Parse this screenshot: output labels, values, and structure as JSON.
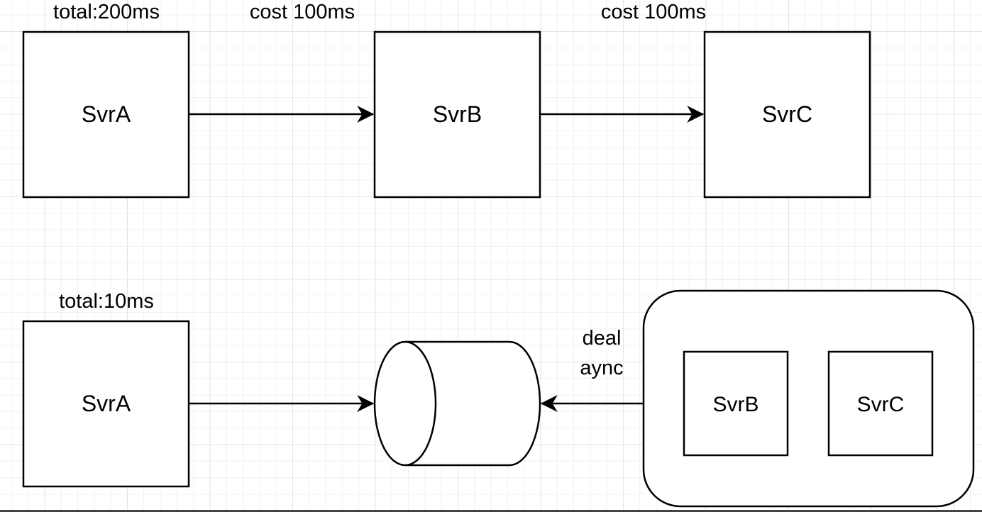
{
  "top_flow": {
    "total_label": "total:200ms",
    "node_a": "SvrA",
    "node_b": "SvrB",
    "node_c": "SvrC",
    "edge_ab_label": "cost 100ms",
    "edge_bc_label": "cost 100ms"
  },
  "bottom_flow": {
    "total_label": "total:10ms",
    "node_a": "SvrA",
    "group_node_b": "SvrB",
    "group_node_c": "SvrC",
    "edge_group_label_line1": "deal",
    "edge_group_label_line2": "aync"
  }
}
